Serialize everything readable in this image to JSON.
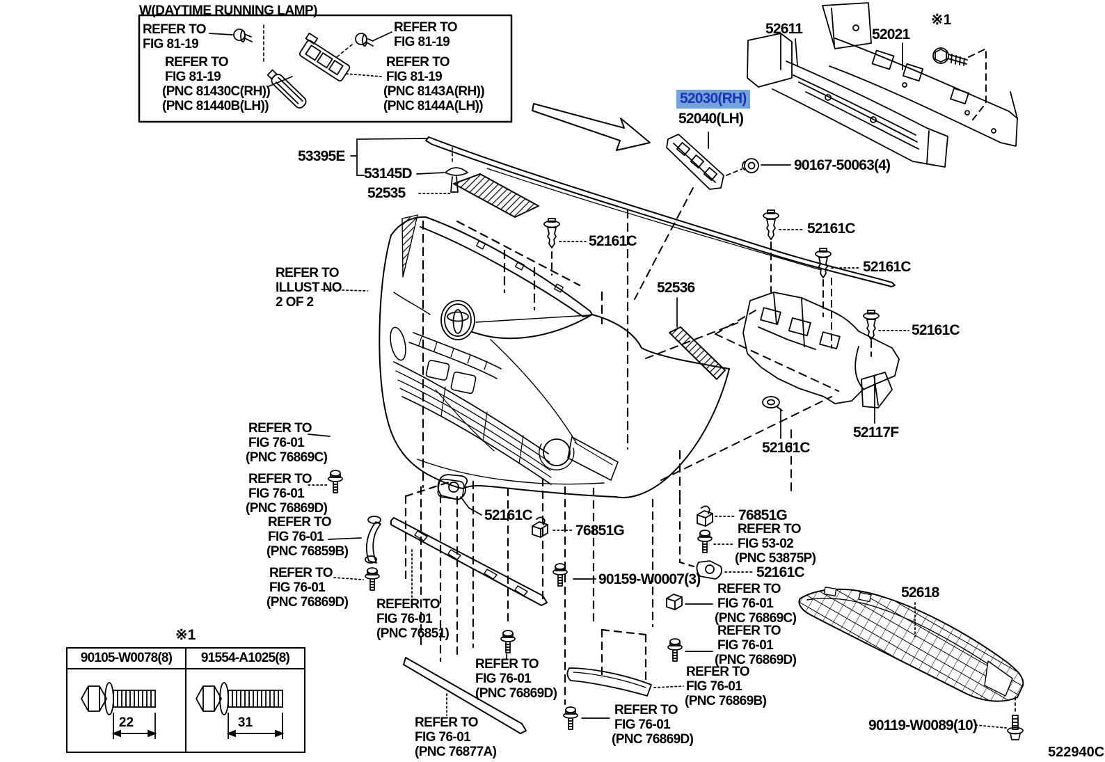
{
  "colors": {
    "highlight_bg": "#74a3dc",
    "highlight_text": "#1a36b4",
    "ink": "#000000"
  },
  "drl_box": {
    "title": "W(DAYTIME RUNNING LAMP)",
    "refs": [
      {
        "lines": [
          "REFER TO",
          "FIG 81-19"
        ]
      },
      {
        "lines": [
          "REFER TO",
          "FIG 81-19"
        ]
      },
      {
        "lines": [
          "REFER TO",
          "FIG 81-19",
          "(PNC 81430C(RH))",
          "(PNC 81440B(LH))"
        ]
      },
      {
        "lines": [
          "REFER TO",
          "FIG 81-19",
          "(PNC 8143A(RH))",
          "(PNC 8144A(LH))"
        ]
      }
    ]
  },
  "notes": {
    "illust": [
      "REFER TO",
      "ILLUST NO",
      "2 OF 2"
    ]
  },
  "callouts": {
    "c52611": "52611",
    "c52021": "52021",
    "asterisk1": "※1",
    "c52030": "52030(RH)",
    "c52040": "52040(LH)",
    "c90167": "90167-50063(4)",
    "c53395e": "53395E",
    "c53145d": "53145D",
    "c52535": "52535",
    "c52161c": "52161C",
    "c52536": "52536",
    "c52117f": "52117F",
    "c76851g": "76851G",
    "c90159": "90159-W0007(3)",
    "c52618": "52618",
    "c90119": "90119-W0089(10)"
  },
  "refer_blocks": [
    {
      "lines": [
        "REFER TO",
        "FIG 76-01",
        "(PNC 76869C)"
      ]
    },
    {
      "lines": [
        "REFER TO",
        "FIG 76-01",
        "(PNC 76869D)"
      ]
    },
    {
      "lines": [
        "REFER TO",
        "FIG 76-01",
        "(PNC 76859B)"
      ]
    },
    {
      "lines": [
        "REFER TO",
        "FIG 76-01",
        "(PNC 76869D)"
      ]
    },
    {
      "lines": [
        "REFER TO",
        "FIG 76-01",
        "(PNC 76851)"
      ]
    },
    {
      "lines": [
        "REFER TO",
        "FIG 76-01",
        "(PNC 76869D)"
      ]
    },
    {
      "lines": [
        "REFER TO",
        "FIG 76-01",
        "(PNC 76877A)"
      ]
    },
    {
      "lines": [
        "REFER TO",
        "FIG 53-02",
        "(PNC 53875P)"
      ]
    },
    {
      "lines": [
        "REFER TO",
        "FIG 76-01",
        "(PNC 76869C)"
      ]
    },
    {
      "lines": [
        "REFER TO",
        "FIG 76-01",
        "(PNC 76869D)"
      ]
    },
    {
      "lines": [
        "REFER TO",
        "FIG 76-01",
        "(PNC 76869B)"
      ]
    },
    {
      "lines": [
        "REFER TO",
        "FIG 76-01",
        "(PNC 76869D)"
      ]
    }
  ],
  "bolt_table": {
    "note": "※1",
    "columns": [
      {
        "part_no": "90105-W0078(8)",
        "length": "22"
      },
      {
        "part_no": "91554-A1025(8)",
        "length": "31"
      }
    ]
  },
  "footer": {
    "diagram_code": "522940C"
  }
}
